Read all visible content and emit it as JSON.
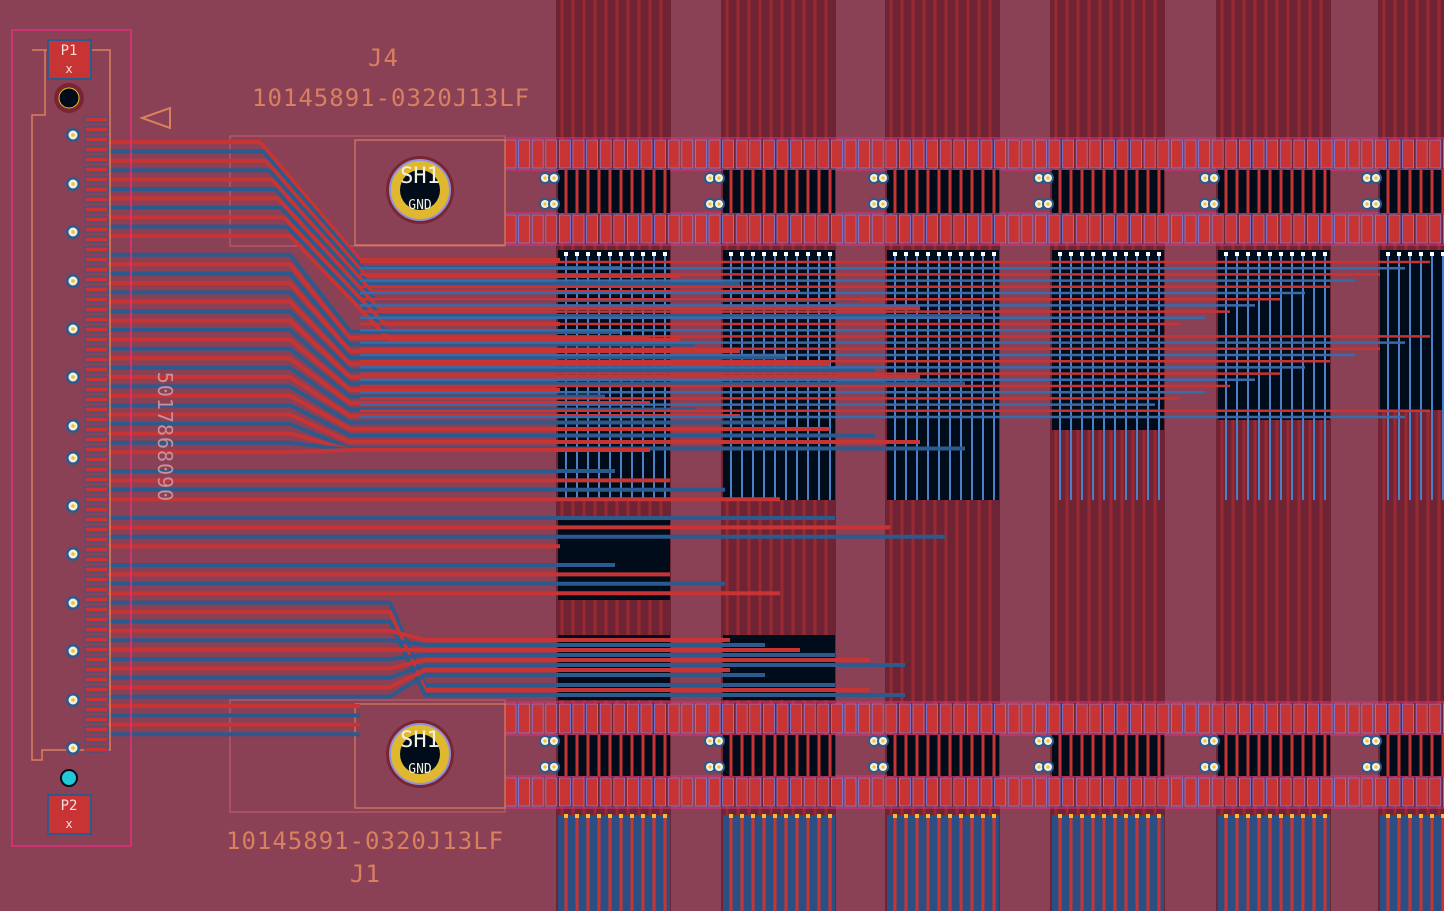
{
  "board": {
    "ref_top": "J4",
    "value_top": "10145891-0320J13LF",
    "ref_bottom": "J1",
    "value_bottom": "10145891-0320J13LF",
    "side_connector_value": "5017868090",
    "pad_p1": {
      "name": "P1",
      "net": "x"
    },
    "pad_p2": {
      "name": "P2",
      "net": "x"
    },
    "shield_top": {
      "name": "SH1",
      "net": "GND"
    },
    "shield_bottom": {
      "name": "SH1",
      "net": "GND"
    }
  },
  "colors": {
    "board": "#8a4055",
    "copper_front": "#c83434",
    "copper_back": "#2d5a8c",
    "courtyard": "#e0307a",
    "silkscreen": "#d9805f",
    "via_ring": "#e8d8a0",
    "background": "#000c1a"
  }
}
